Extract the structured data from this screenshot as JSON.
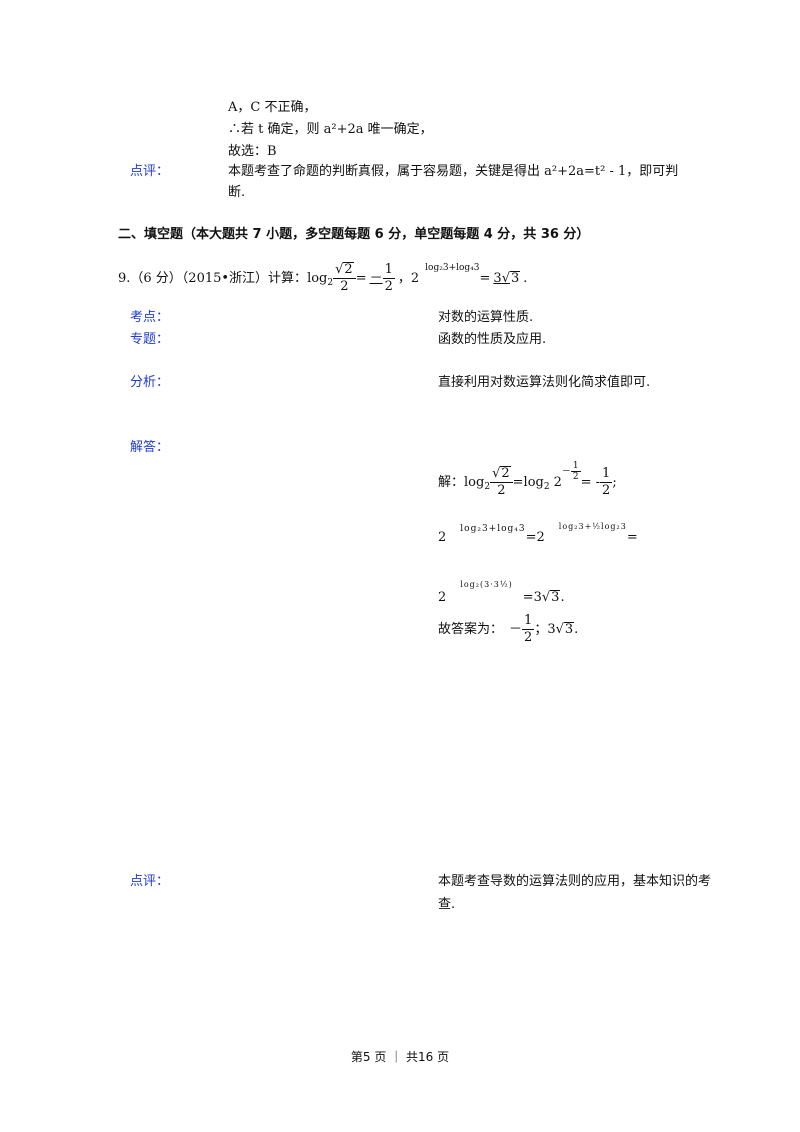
{
  "top": {
    "line1": "A，C 不正确，",
    "line2": "∴若 t 确定，则 a²+2a 唯一确定，",
    "line3": "故选：B",
    "comment_label": "点评：",
    "comment_line1": "本题考查了命题的判断真假，属于容易题，关键是得出 a²+2a=t² - 1，即可判",
    "comment_line2": "断."
  },
  "section": {
    "heading": "二、填空题（本大题共 7 小题，多空题每题 6 分，单空题每题 4 分，共 36 分）"
  },
  "q9": {
    "prefix": "9.（6 分）（2015•浙江）计算：",
    "log": "log",
    "base2": "2",
    "sqrt2": "2",
    "den2": "2",
    "eq": "=",
    "ans1_minus": "－",
    "one": "1",
    "comma": "，2",
    "exp_text": "log₂3+log₄3",
    "ans2": "3",
    "sqrt3": "3",
    "period": "."
  },
  "analysis": {
    "kaodian_label": "考点：",
    "kaodian_value": "对数的运算性质.",
    "zhuanti_label": "专题：",
    "zhuanti_value": "函数的性质及应用.",
    "fenxi_label": "分析：",
    "fenxi_value": "直接利用对数运算法则化简求值即可.",
    "jieda_label": "解答：",
    "sol_prefix": "解：",
    "sol1_mid": "=log",
    "sol1_exp_minus": "－",
    "sol1_end": "= -",
    "sol2_base": "2",
    "sol2_exp": "log₂3+log₄3",
    "sol2_mid": "=2",
    "sol2_exp2": "log₂3+½log₂3",
    "sol2_end": "=",
    "sol3_base": "2",
    "sol3_exp": "log₂(3·3½)",
    "sol3_end": "=3",
    "sol4_prefix": "故答案为：",
    "sol4_sep": "；3",
    "semicolon": ";",
    "dianping_label": "点评：",
    "dianping_line1": "本题考查导数的运算法则的应用，基本知识的考",
    "dianping_line2": "查."
  },
  "footer": {
    "page_text": "第5 页 ｜ 共16 页"
  }
}
